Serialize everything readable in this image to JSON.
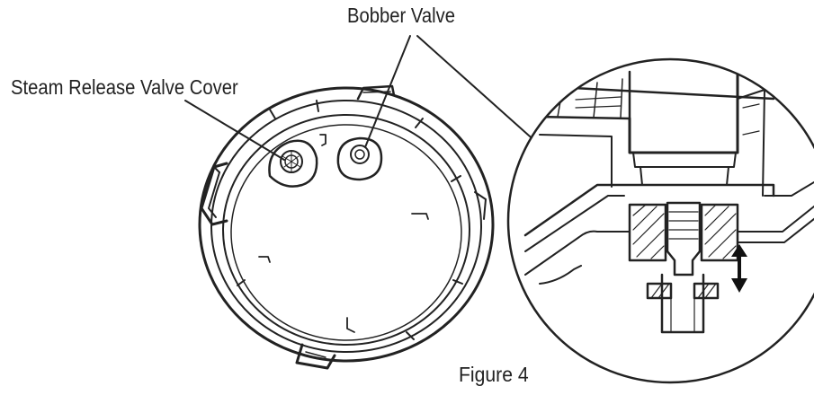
{
  "labels": {
    "bobber_valve": "Bobber Valve",
    "steam_release_valve_cover": "Steam Release Valve Cover"
  },
  "caption": "Figure 4",
  "colors": {
    "line": "#222222",
    "background": "#ffffff"
  },
  "icons": {
    "motion_indicator": "double-arrow-vertical-icon"
  }
}
